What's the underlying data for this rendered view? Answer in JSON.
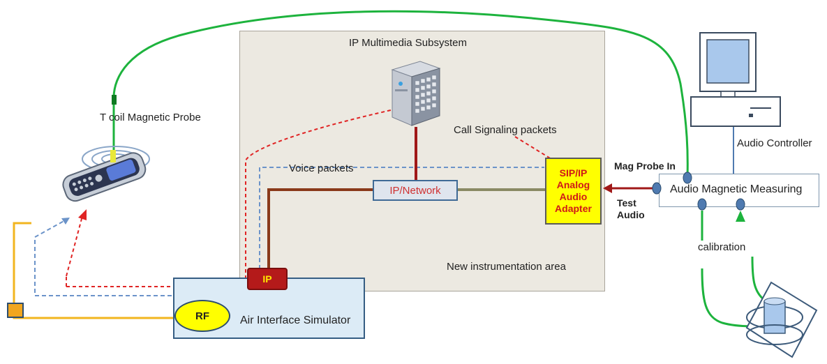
{
  "labels": {
    "ims_title": "IP Multimedia Subsystem",
    "call_signaling": "Call Signaling packets",
    "voice_packets": "Voice  packets",
    "ip_network": "IP/Network",
    "sip_adapter": [
      "SIP/IP",
      "Analog",
      "Audio",
      "Adapter"
    ],
    "new_area": "New instrumentation area",
    "ip": "IP",
    "rf": "RF",
    "air_interface": "Air Interface Simulator",
    "tcoil_probe": "T coil Magnetic Probe",
    "mag_probe_in": "Mag Probe In",
    "test_audio": [
      "Test",
      "Audio"
    ],
    "audio_magnetic": "Audio Magnetic Measuring",
    "audio_controller": "Audio Controller",
    "calibration": "calibration"
  },
  "colors": {
    "green_cable": "#1db33d",
    "yellow_cable": "#f2b51f",
    "network_red": "#a01818",
    "network_olive": "#8a8a64",
    "dash_red": "#e02424",
    "dash_blue": "#6b93c9"
  }
}
